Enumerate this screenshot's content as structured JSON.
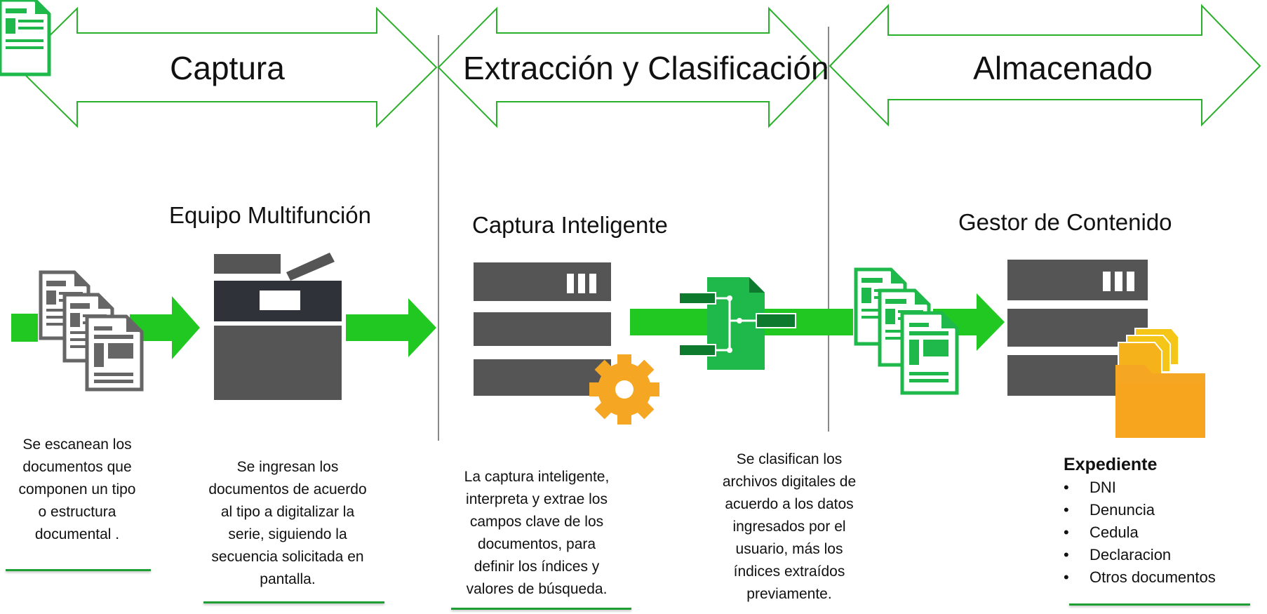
{
  "phases": [
    {
      "name": "Captura"
    },
    {
      "name": "Extracción y Clasificación"
    },
    {
      "name": "Almacenado"
    }
  ],
  "components": {
    "multifunction": "Equipo Multifunción",
    "smart_capture": "Captura Inteligente",
    "content_manager": "Gestor de Contenido"
  },
  "descriptions": {
    "scan": [
      "Se  escanean los",
      "documentos  que",
      "componen  un tipo",
      "o estructura",
      "documental ."
    ],
    "ingest": [
      "Se ingresan los",
      "documentos  de acuerdo",
      "al tipo  a  digitalizar la",
      "serie, siguiendo la",
      "secuencia solicitada en",
      "pantalla."
    ],
    "extract": [
      "La captura  inteligente,",
      "interpreta  y extrae los",
      "campos clave de los",
      "documentos, para",
      "definir los índices  y",
      "valores de búsqueda."
    ],
    "classify": [
      "Se clasifican los",
      "archivos digitales de",
      "acuerdo a los datos",
      "ingresados   por el",
      "usuario, más los",
      "índices  extraídos",
      "previamente."
    ]
  },
  "expediente": {
    "title": "Expediente",
    "items": [
      "DNI",
      "Denuncia",
      "Cedula",
      "Declaracion",
      "Otros documentos"
    ]
  },
  "colors": {
    "arrow_green": "#22c822",
    "outline_green": "#2bb02b",
    "server_gray": "#555555",
    "gear_orange": "#f5a623",
    "folder_yellow": "#f5b21b",
    "doc_green": "#1fb84a"
  }
}
